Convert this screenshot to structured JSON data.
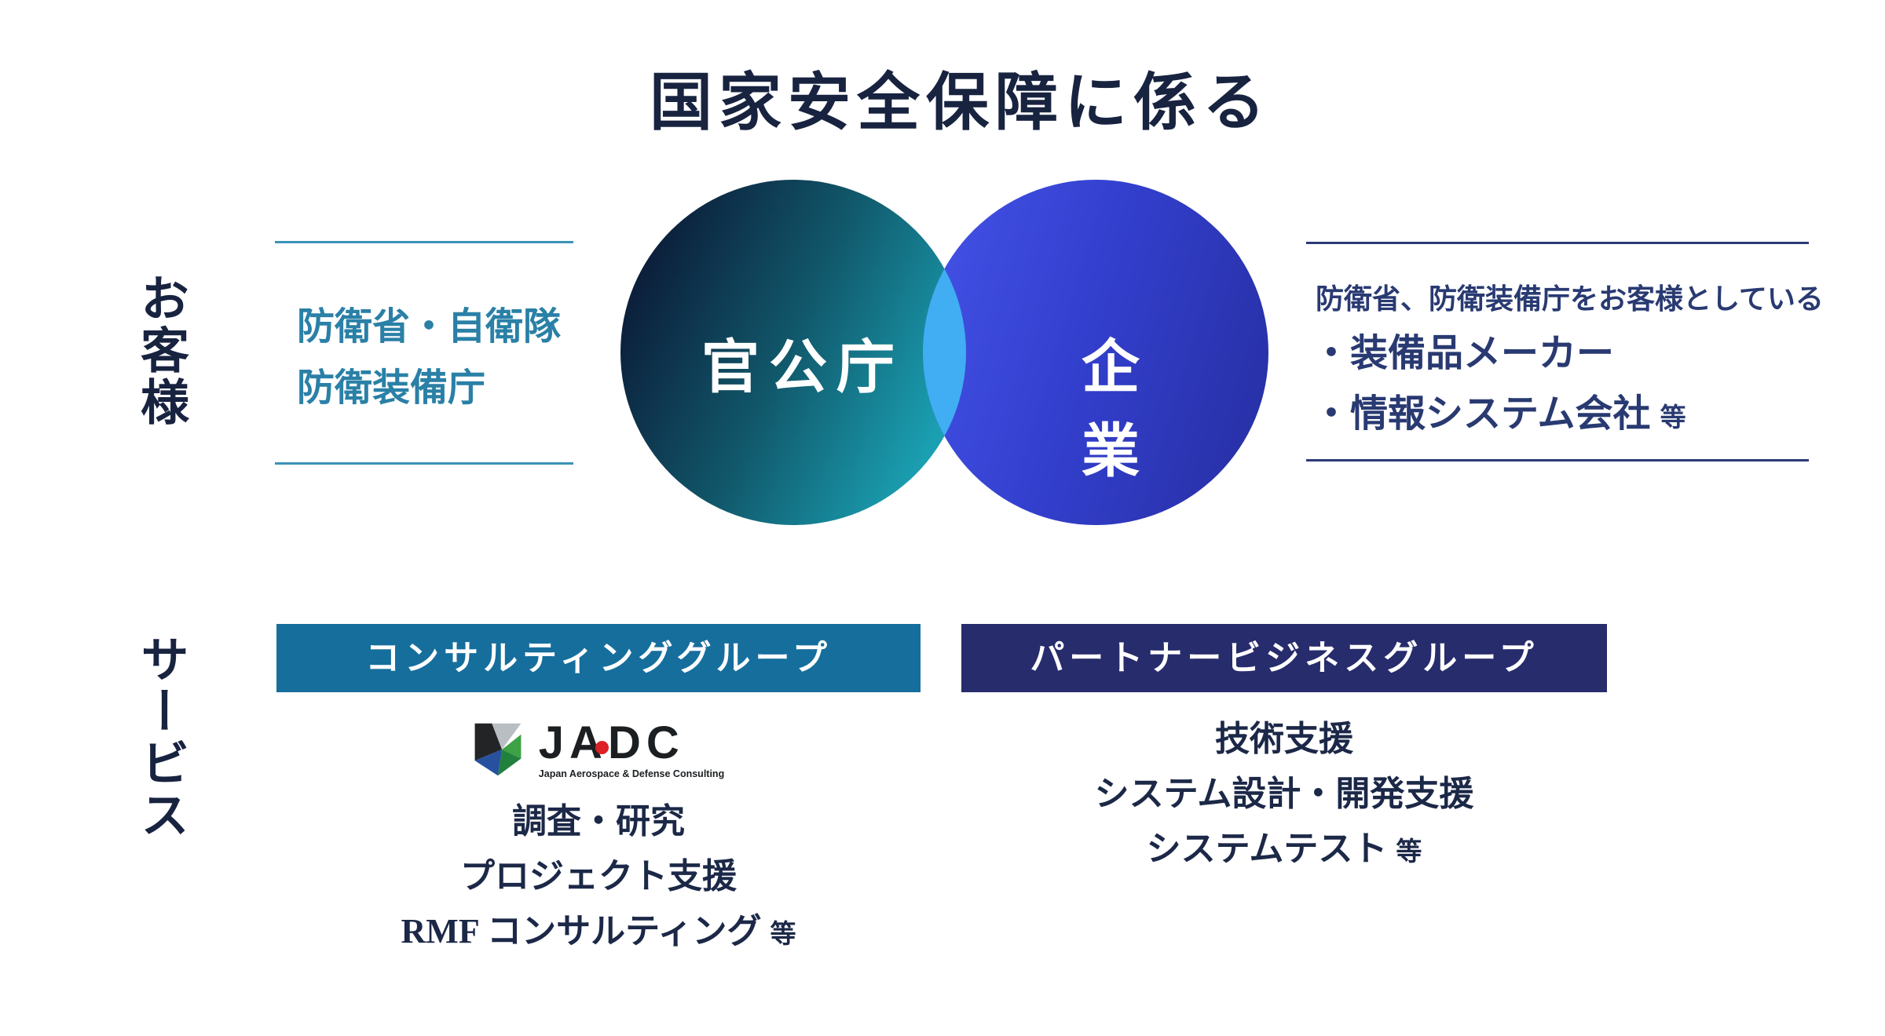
{
  "title": "国家安全保障に係る",
  "rows": {
    "customers_label": "お客様",
    "services_label": "サービス"
  },
  "venn": {
    "left_circle_label": "官公庁",
    "right_circle_label": "企業",
    "colors": {
      "left_gradient_from": "#0a102e",
      "left_gradient_to": "#1aa0b2",
      "right_gradient_from": "#4250e4",
      "right_gradient_to": "#2831a8",
      "overlap": "#41adf2"
    }
  },
  "customers": {
    "left_note": {
      "line1": "防衛省・自衛隊",
      "line2": "防衛装備庁"
    },
    "right_note": {
      "heading": "防衛省、防衛装備庁をお客様としている",
      "bullet1": "・装備品メーカー",
      "bullet2": "・情報システム会社",
      "bullet2_suffix": "等"
    }
  },
  "services": {
    "consulting": {
      "header": "コンサルティンググループ",
      "header_color": "#166e9d",
      "logo": {
        "text": "JADC",
        "tagline": "Japan Aerospace & Defense Consulting",
        "red_dot_color": "#dd2025"
      },
      "items": [
        "調査・研究",
        "プロジェクト支援",
        "RMF コンサルティング"
      ],
      "items_suffix": "等"
    },
    "partner": {
      "header": "パートナービジネスグループ",
      "header_color": "#272c6c",
      "items": [
        "技術支援",
        "システム設計・開発支援",
        "システムテスト"
      ],
      "items_suffix": "等"
    }
  }
}
